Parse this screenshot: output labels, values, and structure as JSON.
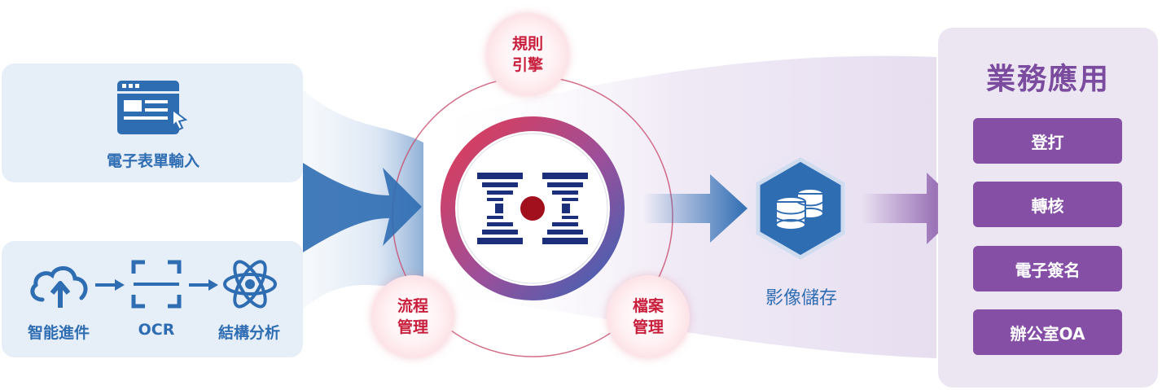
{
  "inputs": {
    "form_label": "電子表單輸入",
    "steps": [
      "智能進件",
      "OCR",
      "結構分析"
    ]
  },
  "core": {
    "nodes": {
      "rules": [
        "規則",
        "引擎"
      ],
      "workflow": [
        "流程",
        "管理"
      ],
      "files": [
        "檔案",
        "管理"
      ]
    }
  },
  "storage": {
    "label": "影像儲存"
  },
  "applications": {
    "title": "業務應用",
    "items": [
      "登打",
      "轉核",
      "電子簽名",
      "辦公室OA"
    ]
  },
  "colors": {
    "input_blue": "#2f6db3",
    "node_red": "#c81e3c",
    "app_purple": "#844fa5",
    "logo_navy": "#1c2f7a",
    "logo_red": "#a3101d"
  }
}
